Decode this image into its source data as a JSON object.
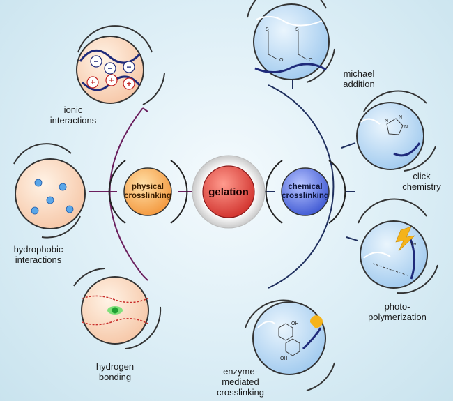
{
  "center": {
    "label": "gelation"
  },
  "physical": {
    "label_line1": "physical",
    "label_line2": "crosslinking"
  },
  "chemical": {
    "label_line1": "chemical",
    "label_line2": "crosslinking"
  },
  "ionic": {
    "line1": "ionic",
    "line2": "interactions"
  },
  "hydrophobic": {
    "line1": "hydrophobic",
    "line2": "interactions"
  },
  "hydrogen": {
    "line1": "hydrogen",
    "line2": "bonding"
  },
  "michael": {
    "line1": "michael",
    "line2": "addition"
  },
  "click": {
    "line1": "click",
    "line2": "chemistry"
  },
  "photo": {
    "line1": "photo-",
    "line2": "polymerization"
  },
  "enzyme": {
    "line1": "enzyme-",
    "line2": "mediated",
    "line3": "crosslinking"
  },
  "chem_labels": {
    "s": "S",
    "o": "O",
    "n": "N",
    "hv": "hv",
    "oh": "OH",
    "minus": "−",
    "plus": "+"
  },
  "colors": {
    "physical_branch": "#6a1f5e",
    "chemical_branch": "#1f2f5e",
    "center": "#e04040",
    "physical": "#f7a84a",
    "chemical": "#4a66d8"
  }
}
